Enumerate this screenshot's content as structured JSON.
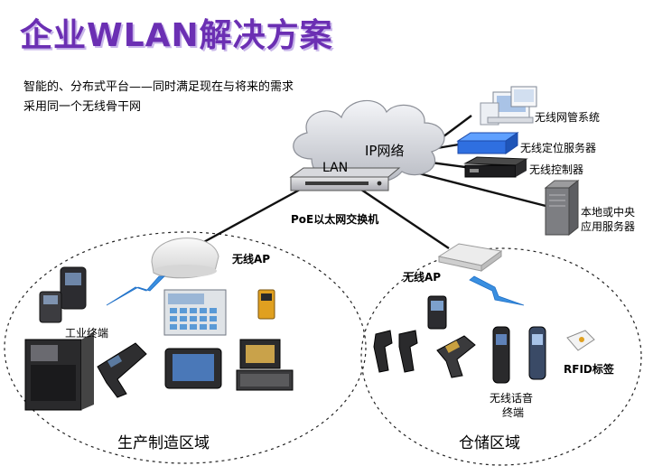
{
  "title": "企业WLAN解决方案",
  "subtitle": {
    "line1": "智能的、分布式平台——同时满足现在与将来的需求",
    "line2": "采用同一个无线骨干网"
  },
  "network": {
    "ip_network_label": "IP网络",
    "lan_label": "LAN",
    "switch_label": "PoE以太网交换机"
  },
  "servers": {
    "wnms": "无线网管系统",
    "location": "无线定位服务器",
    "controller": "无线控制器",
    "app_server_line1": "本地或中央",
    "app_server_line2": "应用服务器"
  },
  "production_zone": {
    "ap_label": "无线AP",
    "terminal_label": "工业终端",
    "zone_label": "生产制造区域"
  },
  "warehouse_zone": {
    "ap_label": "无线AP",
    "voice_line1": "无线话音",
    "voice_line2": "终端",
    "rfid_label": "RFID标签",
    "zone_label": "仓储区域"
  },
  "colors": {
    "title": "#6b2fb3",
    "wireless_bolt": "#3a8fe0",
    "cloud": "#c9ccd3",
    "location_server": "#2f6fe0"
  }
}
